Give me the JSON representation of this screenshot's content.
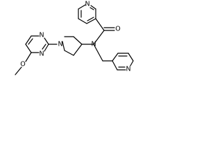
{
  "structure": {
    "atom_labels": {
      "pyridine_top_n": "N",
      "carbonyl_o": "O",
      "amide_n": "N",
      "pyridine_right_n": "N",
      "piperidine_n": "N",
      "pyrimidine_n1": "N",
      "pyrimidine_n3": "N",
      "methoxy_o": "O"
    }
  }
}
